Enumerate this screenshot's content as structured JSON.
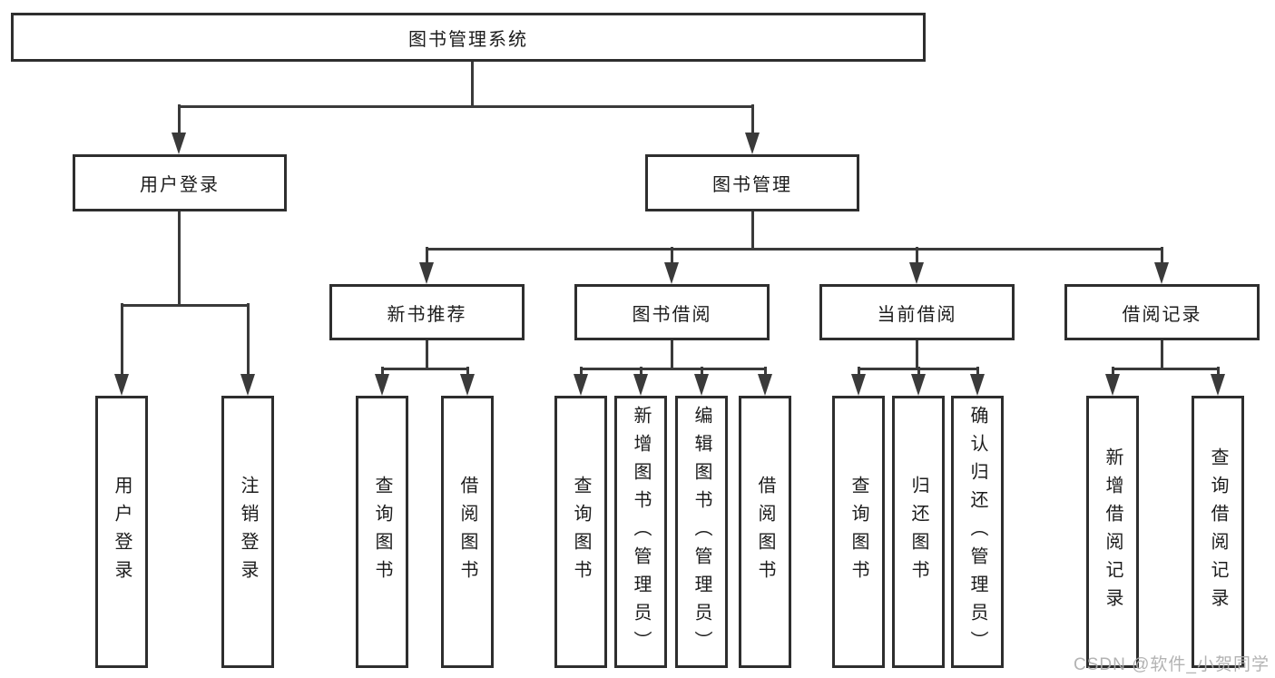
{
  "diagram": {
    "type": "tree-structure-diagram",
    "colors": {
      "background": "#ffffff",
      "box_border": "#2e2e2e",
      "connector_line": "#3a3a3a",
      "text": "#1c1c1c",
      "watermark": "#acacac"
    },
    "root": {
      "label": "图书管理系统"
    },
    "level2": [
      {
        "id": "user-login",
        "label": "用户登录"
      },
      {
        "id": "book-management",
        "label": "图书管理"
      }
    ],
    "level3": [
      {
        "id": "new-book-recommendation",
        "parent": "图书管理",
        "label": "新书推荐"
      },
      {
        "id": "book-borrowing",
        "parent": "图书管理",
        "label": "图书借阅"
      },
      {
        "id": "current-borrowing",
        "parent": "图书管理",
        "label": "当前借阅"
      },
      {
        "id": "borrowing-records",
        "parent": "图书管理",
        "label": "借阅记录"
      }
    ],
    "leaves": [
      {
        "parent": "用户登录",
        "label": "用户登录"
      },
      {
        "parent": "用户登录",
        "label": "注销登录"
      },
      {
        "parent": "新书推荐",
        "label": "查询图书"
      },
      {
        "parent": "新书推荐",
        "label": "借阅图书"
      },
      {
        "parent": "图书借阅",
        "label": "查询图书"
      },
      {
        "parent": "图书借阅",
        "label": "新增图书（管理员）"
      },
      {
        "parent": "图书借阅",
        "label": "编辑图书（管理员）"
      },
      {
        "parent": "图书借阅",
        "label": "借阅图书"
      },
      {
        "parent": "当前借阅",
        "label": "查询图书"
      },
      {
        "parent": "当前借阅",
        "label": "归还图书"
      },
      {
        "parent": "当前借阅",
        "label": "确认归还（管理员）"
      },
      {
        "parent": "借阅记录",
        "label": "新增借阅记录"
      },
      {
        "parent": "借阅记录",
        "label": "查询借阅记录"
      }
    ],
    "watermark": "CSDN @软件_小贺同学"
  }
}
